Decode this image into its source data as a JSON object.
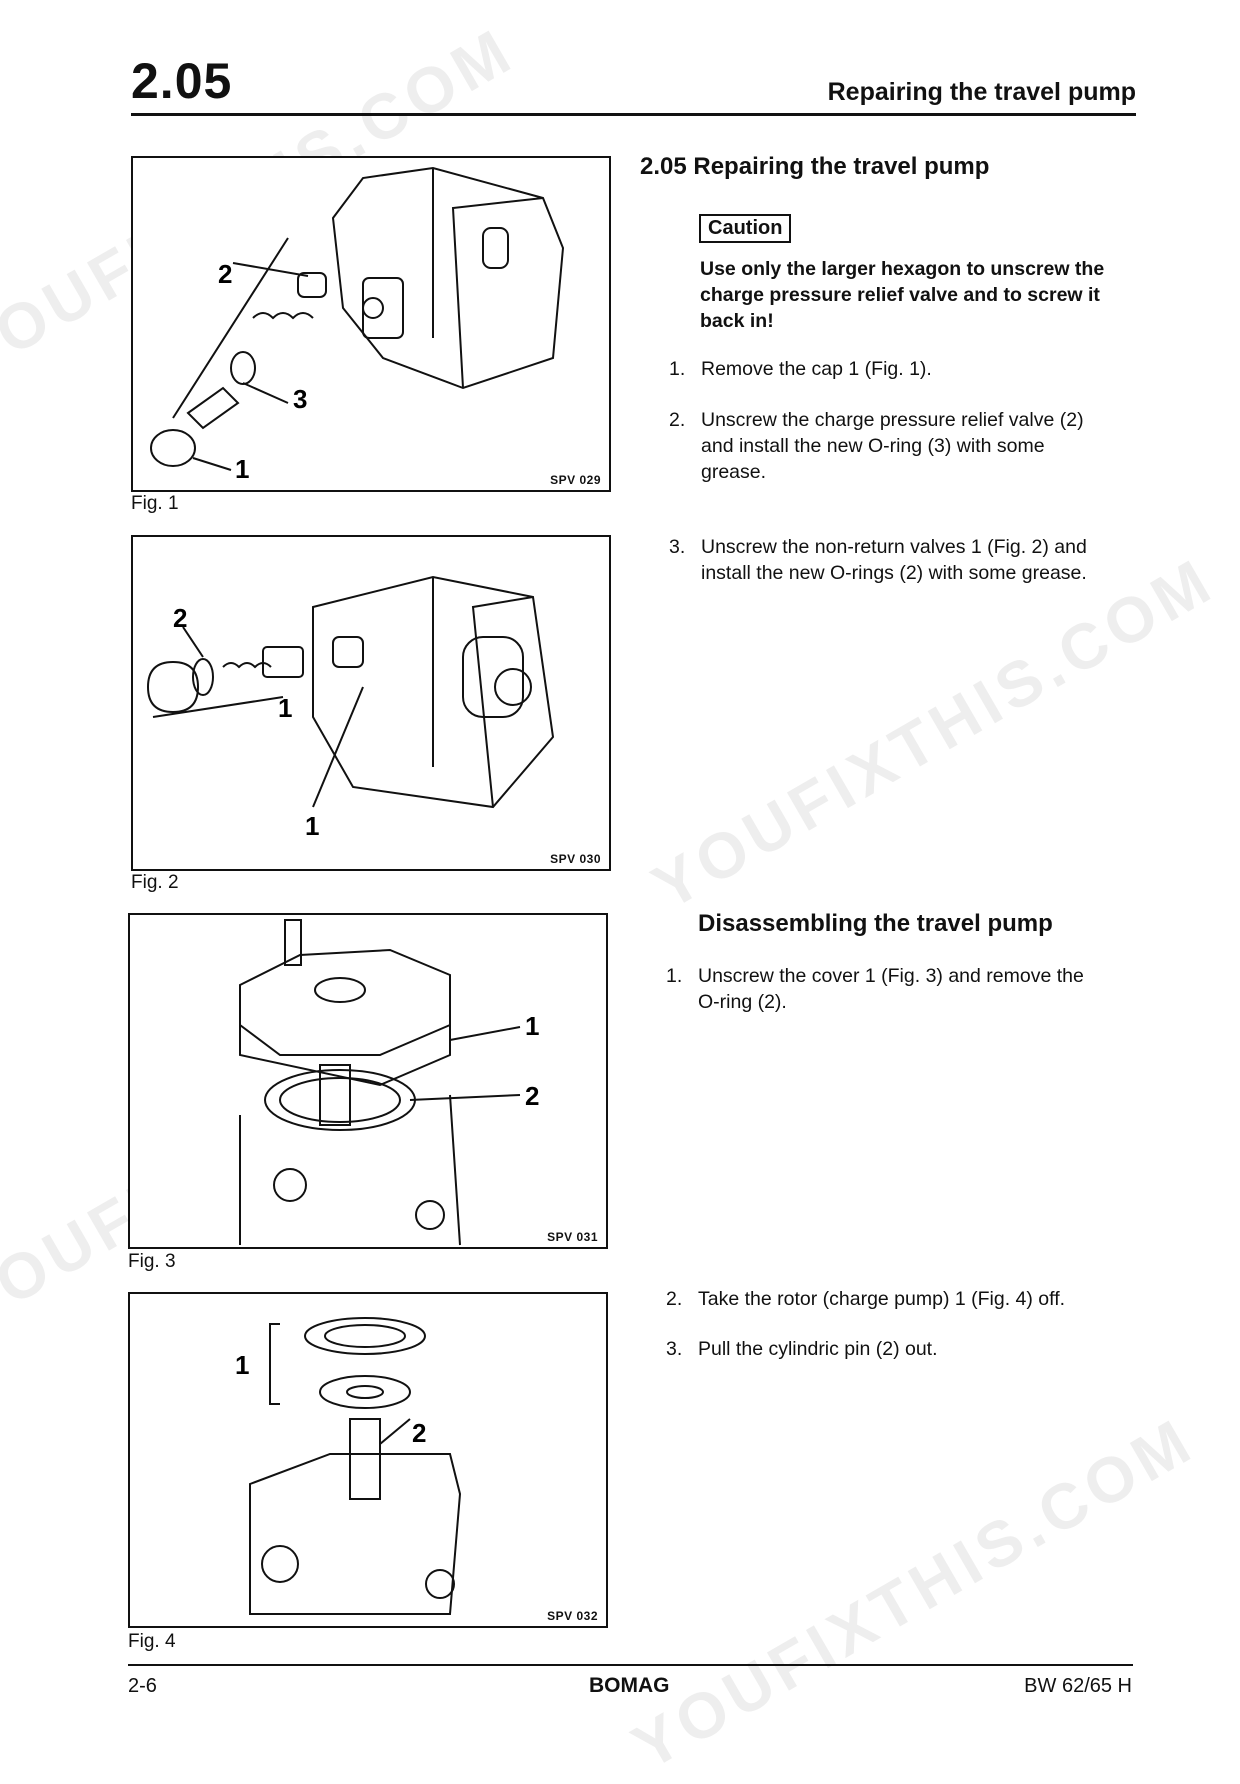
{
  "header": {
    "section_number": "2.05",
    "title": "Repairing the travel pump"
  },
  "figures": [
    {
      "label": "Fig. 1",
      "code": "SPV 029",
      "callouts": [
        "2",
        "3",
        "1"
      ]
    },
    {
      "label": "Fig. 2",
      "code": "SPV 030",
      "callouts": [
        "2",
        "1",
        "1"
      ]
    },
    {
      "label": "Fig. 3",
      "code": "SPV 031",
      "callouts": [
        "1",
        "2"
      ]
    },
    {
      "label": "Fig. 4",
      "code": "SPV 032",
      "callouts": [
        "1",
        "2"
      ]
    }
  ],
  "content": {
    "section_heading": "2.05 Repairing the travel pump",
    "caution_label": "Caution",
    "caution_text": "Use only the larger hexagon to unscrew the charge pressure relief valve and to screw it back in!",
    "steps_a": [
      {
        "num": "1.",
        "lines": [
          "Remove the cap 1 (Fig. 1)."
        ]
      },
      {
        "num": "2.",
        "lines": [
          "Unscrew the charge pressure relief valve (2)",
          "and install the new O-ring (3) with some",
          "grease."
        ]
      },
      {
        "num": "3.",
        "lines": [
          "Unscrew the non-return valves 1 (Fig. 2) and",
          "install the new O-rings (2) with some grease."
        ]
      }
    ],
    "subheading": "Disassembling the travel pump",
    "steps_b": [
      {
        "num": "1.",
        "lines": [
          "Unscrew the cover 1 (Fig. 3) and remove the",
          "O-ring (2)."
        ]
      },
      {
        "num": "2.",
        "lines": [
          "Take the rotor (charge pump) 1 (Fig. 4) off."
        ]
      },
      {
        "num": "3.",
        "lines": [
          "Pull the cylindric pin (2) out."
        ]
      }
    ]
  },
  "footer": {
    "page": "2-6",
    "brand": "BOMAG",
    "model": "BW 62/65 H"
  },
  "watermark": "YOUFIXTHIS.COM"
}
